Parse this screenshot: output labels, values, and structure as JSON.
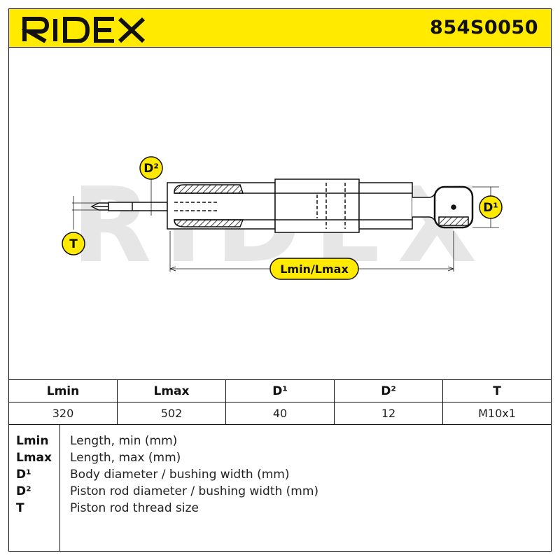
{
  "header": {
    "brand": "RIDEX",
    "part_number": "854S0050",
    "background_color": "#ffea00"
  },
  "drawing": {
    "watermark": "RIDEX",
    "labels": {
      "d2": "D²",
      "d1": "D¹",
      "t": "T",
      "length": "Lmin/Lmax"
    },
    "badge_color": "#ffea00"
  },
  "spec_table": {
    "headers": [
      "Lmin",
      "Lmax",
      "D¹",
      "D²",
      "T"
    ],
    "values": [
      "320",
      "502",
      "40",
      "12",
      "M10x1"
    ]
  },
  "legend": [
    {
      "key": "Lmin",
      "desc": "Length, min (mm)"
    },
    {
      "key": "Lmax",
      "desc": "Length, max (mm)"
    },
    {
      "key": "D¹",
      "desc": "Body diameter / bushing width (mm)"
    },
    {
      "key": "D²",
      "desc": "Piston rod diameter / bushing width (mm)"
    },
    {
      "key": "T",
      "desc": "Piston rod thread size"
    }
  ]
}
